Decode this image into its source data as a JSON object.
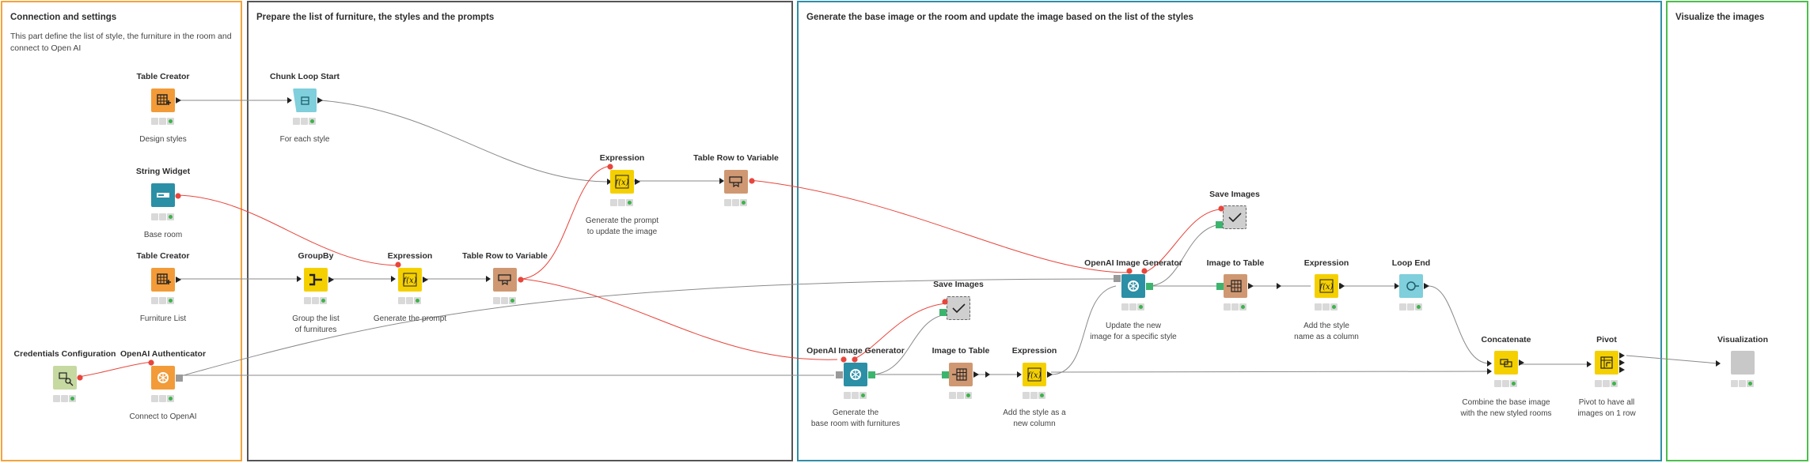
{
  "annotations": [
    {
      "id": "a1",
      "title": "Connection and settings",
      "desc": "This part define the list of style, the furniture in the room and connect to Open AI",
      "color": "#f4a33c"
    },
    {
      "id": "a2",
      "title": "Prepare the list of furniture, the styles and the prompts",
      "desc": "",
      "color": "#555555"
    },
    {
      "id": "a3",
      "title": "Generate the base image or the room and update the image based on the list of the styles",
      "desc": "",
      "color": "#2f8ea8"
    },
    {
      "id": "a4",
      "title": "Visualize the images",
      "desc": "",
      "color": "#4cbf4c"
    }
  ],
  "nodes": [
    {
      "id": "n1",
      "title": "Table Creator",
      "label": "Design styles",
      "kind": "table-creator",
      "color": "#f29b38"
    },
    {
      "id": "n2",
      "title": "String Widget",
      "label": "Base room",
      "kind": "string-widget",
      "color": "#2b8fa6"
    },
    {
      "id": "n3",
      "title": "Table Creator",
      "label": "Furniture List",
      "kind": "table-creator",
      "color": "#f29b38"
    },
    {
      "id": "n4",
      "title": "Credentials Configuration",
      "label": "",
      "kind": "credentials",
      "color": "#c6d9a0"
    },
    {
      "id": "n5",
      "title": "OpenAI Authenticator",
      "label": "Connect to OpenAI",
      "kind": "openai",
      "color": "#f29b38"
    },
    {
      "id": "n6",
      "title": "Chunk Loop Start",
      "label": "For each style",
      "kind": "loop-start",
      "color": "#7fcfdc"
    },
    {
      "id": "n7",
      "title": "GroupBy",
      "label": "Group the list\nof furnitures",
      "kind": "groupby",
      "color": "#f5d000"
    },
    {
      "id": "n8",
      "title": "Expression",
      "label": "Generate the prompt",
      "kind": "expression",
      "color": "#f5d000"
    },
    {
      "id": "n9",
      "title": "Table Row to Variable",
      "label": "",
      "kind": "row-to-var",
      "color": "#cf9872"
    },
    {
      "id": "n10",
      "title": "Expression",
      "label": "Generate the prompt\nto update the image",
      "kind": "expression",
      "color": "#f5d000"
    },
    {
      "id": "n11",
      "title": "Table Row to Variable",
      "label": "",
      "kind": "row-to-var",
      "color": "#cf9872"
    },
    {
      "id": "n12",
      "title": "OpenAI Image Generator",
      "label": "Generate the\nbase room with furnitures",
      "kind": "openai",
      "color": "#2b8fa6"
    },
    {
      "id": "n13",
      "title": "Save Images",
      "label": "",
      "kind": "save-images",
      "color": "#cfcfcf"
    },
    {
      "id": "n14",
      "title": "Image to Table",
      "label": "",
      "kind": "image-to-table",
      "color": "#cf9872"
    },
    {
      "id": "n15",
      "title": "Expression",
      "label": "Add the style as a\nnew column",
      "kind": "expression",
      "color": "#f5d000"
    },
    {
      "id": "n16",
      "title": "OpenAI Image Generator",
      "label": "Update the new\nimage for a specific style",
      "kind": "openai",
      "color": "#2b8fa6"
    },
    {
      "id": "n17",
      "title": "Save Images",
      "label": "",
      "kind": "save-images",
      "color": "#cfcfcf"
    },
    {
      "id": "n18",
      "title": "Image to Table",
      "label": "",
      "kind": "image-to-table",
      "color": "#cf9872"
    },
    {
      "id": "n19",
      "title": "Expression",
      "label": "Add the style\nname as a column",
      "kind": "expression",
      "color": "#f5d000"
    },
    {
      "id": "n20",
      "title": "Loop End",
      "label": "",
      "kind": "loop-end",
      "color": "#7fcfdc"
    },
    {
      "id": "n21",
      "title": "Concatenate",
      "label": "Combine the base image\nwith the new styled rooms",
      "kind": "concatenate",
      "color": "#f5d000"
    },
    {
      "id": "n22",
      "title": "Pivot",
      "label": "Pivot to have all\nimages on 1 row",
      "kind": "pivot",
      "color": "#f5d000"
    },
    {
      "id": "n23",
      "title": "Visualization",
      "label": "",
      "kind": "visualization",
      "color": "#c8c8c8"
    }
  ],
  "colors": {
    "data_edge": "#8a8a8a",
    "variable_edge": "#e8453c",
    "status_ok": "#3cb44b"
  }
}
